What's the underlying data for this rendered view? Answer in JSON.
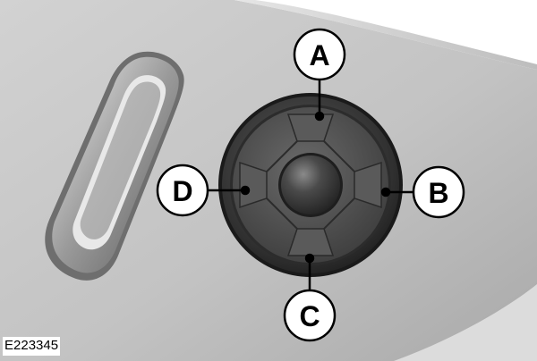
{
  "figure": {
    "image_code": "E223345",
    "callouts": {
      "a": "A",
      "b": "B",
      "c": "C",
      "d": "D"
    }
  },
  "colors": {
    "panel": "#c4c4c4",
    "panel_shadow": "#8e8e8e",
    "knob_ring": "#3a3a3a",
    "knob_face": "#4e4e4e",
    "center_button": "#3e3e3e",
    "callout_circle": "#ffffff",
    "callout_stroke": "#000000"
  }
}
